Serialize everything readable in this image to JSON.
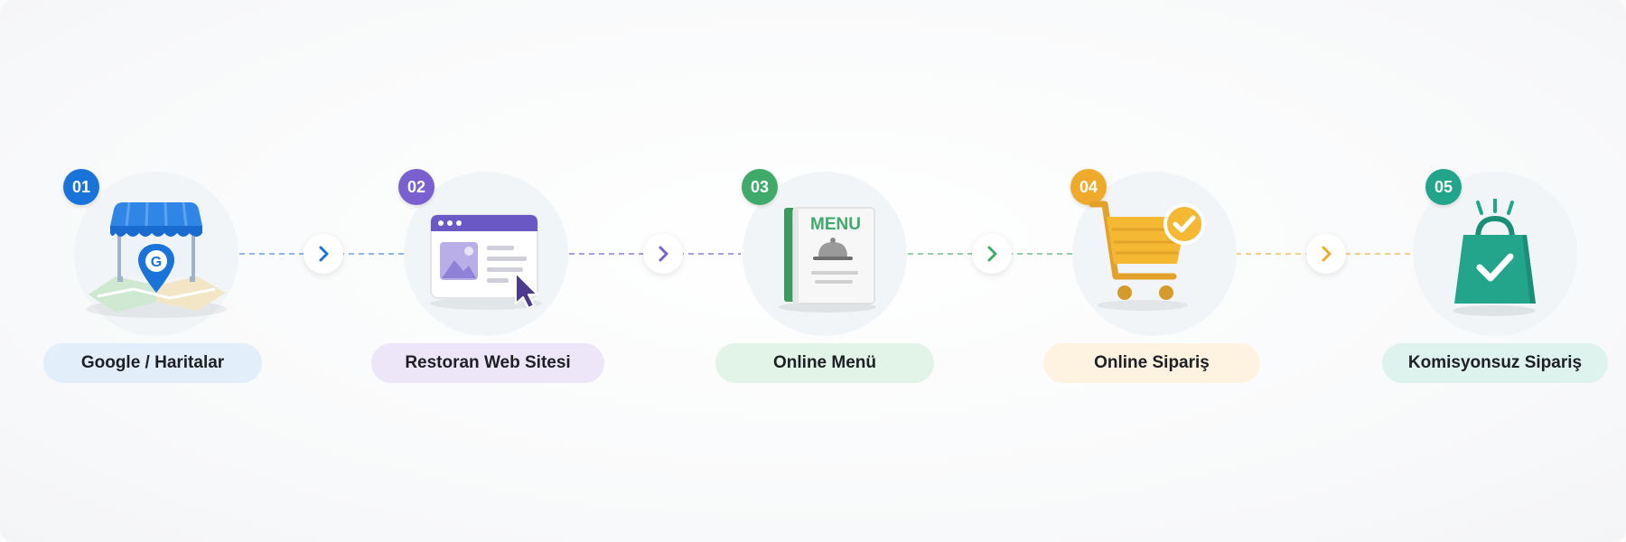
{
  "steps": [
    {
      "number": "01",
      "label": "Google / Haritalar",
      "icon": "map-store-icon",
      "color": "#1a73d9",
      "pill_bg": "#e2eefa"
    },
    {
      "number": "02",
      "label": "Restoran Web Sitesi",
      "icon": "website-cursor-icon",
      "color": "#7a5fcf",
      "pill_bg": "#ece6f8"
    },
    {
      "number": "03",
      "label": "Online Menü",
      "icon": "menu-book-icon",
      "color": "#3faa6a",
      "pill_bg": "#e2f3e7"
    },
    {
      "number": "04",
      "label": "Online Sipariş",
      "icon": "shopping-cart-icon",
      "color": "#eeaa2a",
      "pill_bg": "#fdf3e0"
    },
    {
      "number": "05",
      "label": "Komisyonsuz Sipariş",
      "icon": "shopping-bag-icon",
      "color": "#22a58a",
      "pill_bg": "#def2ee"
    }
  ],
  "menu_text": "MENU",
  "google_letter": "G"
}
